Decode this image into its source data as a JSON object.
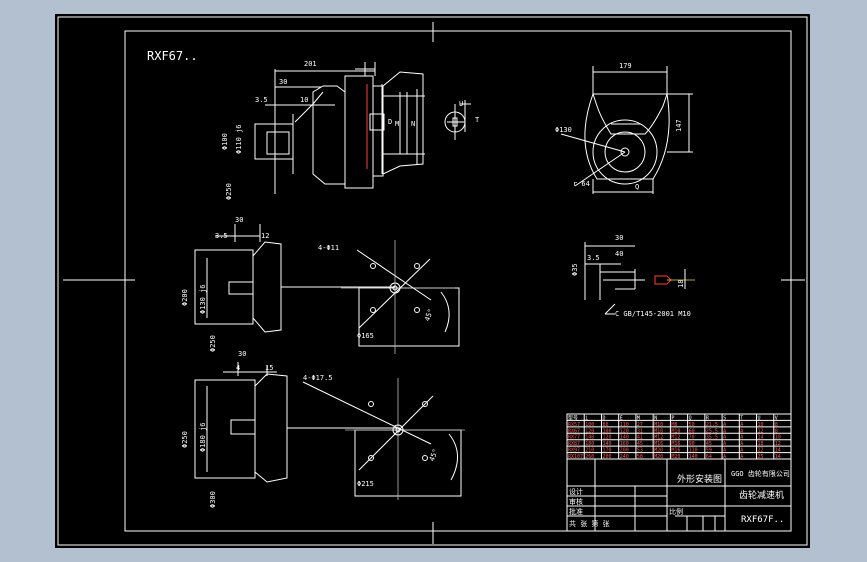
{
  "drawing": {
    "model_label": "RXF67..",
    "top_view": {
      "dim_201": "201",
      "dim_30": "30",
      "dim_3_5": "3.5",
      "dim_10": "10",
      "dim_d100": "Φ100",
      "dim_d110": "Φ110 j6",
      "dim_d250": "Φ250",
      "dim_u": "U",
      "dim_t": "T",
      "dim_d": "D",
      "dim_m": "M",
      "dim_n": "N"
    },
    "side_view": {
      "dim_179": "179",
      "dim_147": "147",
      "dim_d130": "Φ130",
      "dim_r64": "r 64",
      "dim_q": "Q"
    },
    "flange_a": {
      "dim_30": "30",
      "dim_3_5": "3.5",
      "dim_12": "12",
      "dim_d200": "Φ200",
      "dim_d130": "Φ130 j6",
      "dim_d250": "Φ250",
      "hole_label": "4-Φ11",
      "dim_d165": "Φ165",
      "angle_label": "45°"
    },
    "flange_b": {
      "dim_30": "30",
      "dim_4": "4",
      "dim_15": "15",
      "dim_d250": "Φ250",
      "dim_d180": "Φ180 j6",
      "dim_d300": "Φ300",
      "hole_label": "4-Φ17.5",
      "dim_d215": "Φ215",
      "angle_label": "45°"
    },
    "shaft_detail": {
      "dim_30": "30",
      "dim_40": "40",
      "dim_3_5": "3.5",
      "dim_d35": "Φ35",
      "dim_18": "18",
      "note": "C GB/T145-2001 M10"
    },
    "title_block": {
      "header_row": [
        "型号",
        "i",
        "D",
        "E",
        "M",
        "N",
        "P",
        "Q",
        "R",
        "S",
        "T",
        "U",
        "V"
      ],
      "rows": [
        [
          "RX57",
          "100",
          "80",
          "110",
          "27",
          "M10",
          "M8",
          "50",
          "21.5",
          "A",
          "A",
          "10",
          "8"
        ],
        [
          "RX67",
          "120",
          "100",
          "120",
          "31",
          "M10",
          "M10",
          "60",
          "25.5",
          "A",
          "A",
          "12",
          "8"
        ],
        [
          "RX77",
          "140",
          "120",
          "140",
          "41",
          "M12",
          "M12",
          "70",
          "35.5",
          "A",
          "A",
          "14",
          "10"
        ],
        [
          "RX87",
          "180",
          "140",
          "160",
          "45",
          "M16",
          "M16",
          "90",
          "45",
          "A",
          "A",
          "18",
          "12"
        ],
        [
          "RX97",
          "210",
          "170",
          "200",
          "53",
          "M20",
          "M16",
          "110",
          "59",
          "A",
          "A",
          "22",
          "14"
        ],
        [
          "RX107",
          "260",
          "200",
          "240",
          "58",
          "M20",
          "M20",
          "140",
          "64",
          "A",
          "A",
          "25",
          "14"
        ]
      ],
      "drawing_title": "外形安装图",
      "company": "GGO 齿轮有限公司",
      "product_name": "齿轮减速机",
      "drawing_no": "RXF67F..",
      "designer_label": "设计",
      "checker_label": "审核",
      "approver_label": "批准",
      "scale_label": "比例",
      "sheet_label": "共 张 第 张"
    }
  }
}
